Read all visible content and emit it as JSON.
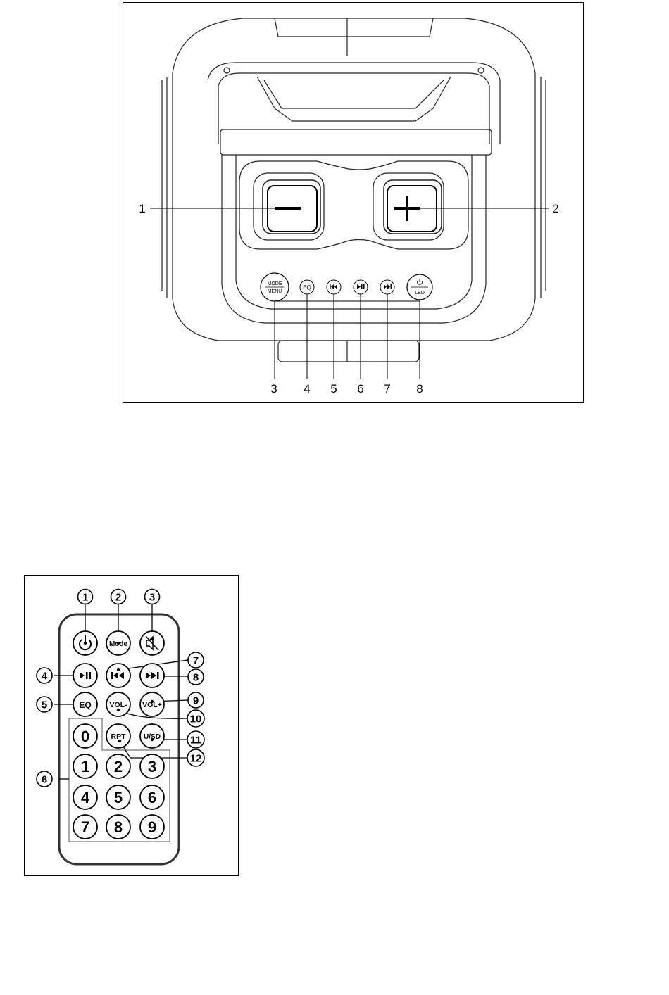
{
  "speaker": {
    "top_panel": {
      "mode_upper": "MODE",
      "mode_lower": "MENU",
      "eq": "EQ",
      "led": "LED"
    },
    "callouts": [
      "1",
      "2",
      "3",
      "4",
      "5",
      "6",
      "7",
      "8"
    ]
  },
  "remote": {
    "callouts": [
      "1",
      "2",
      "3",
      "4",
      "5",
      "6",
      "7",
      "8",
      "9",
      "10",
      "11",
      "12"
    ],
    "keys": {
      "mode": "Mode",
      "eq": "EQ",
      "vol_down": "VOL-",
      "vol_up": "VOL+",
      "zero": "0",
      "rpt": "RPT",
      "usd": "U/SD",
      "digits": [
        "1",
        "2",
        "3",
        "4",
        "5",
        "6",
        "7",
        "8",
        "9"
      ]
    },
    "icons": [
      "power-icon",
      "mute-icon",
      "play-pause-icon",
      "previous-icon",
      "next-icon"
    ]
  }
}
